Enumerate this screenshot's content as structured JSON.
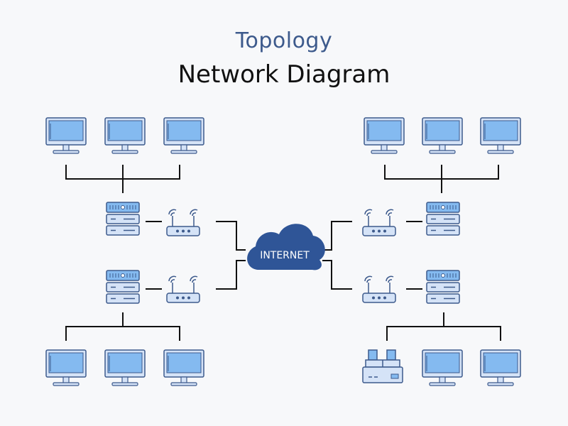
{
  "header": {
    "subtitle": "Topology",
    "title": "Network Diagram"
  },
  "cloud": {
    "label": "INTERNET"
  },
  "colors": {
    "device_fill": "#d5e3f7",
    "device_stroke": "#3d5a8c",
    "screen_fill": "#84baf0",
    "cloud_fill": "#2f5597",
    "line": "#111111"
  },
  "groups": [
    {
      "name": "top-left",
      "devices": [
        "monitor",
        "monitor",
        "monitor"
      ],
      "nodes": [
        "server",
        "router"
      ]
    },
    {
      "name": "bottom-left",
      "devices": [
        "monitor",
        "monitor",
        "monitor"
      ],
      "nodes": [
        "server",
        "router"
      ]
    },
    {
      "name": "top-right",
      "devices": [
        "monitor",
        "monitor",
        "monitor"
      ],
      "nodes": [
        "router",
        "server"
      ]
    },
    {
      "name": "bottom-right",
      "devices": [
        "printer",
        "monitor",
        "monitor"
      ],
      "nodes": [
        "router",
        "server"
      ]
    }
  ]
}
